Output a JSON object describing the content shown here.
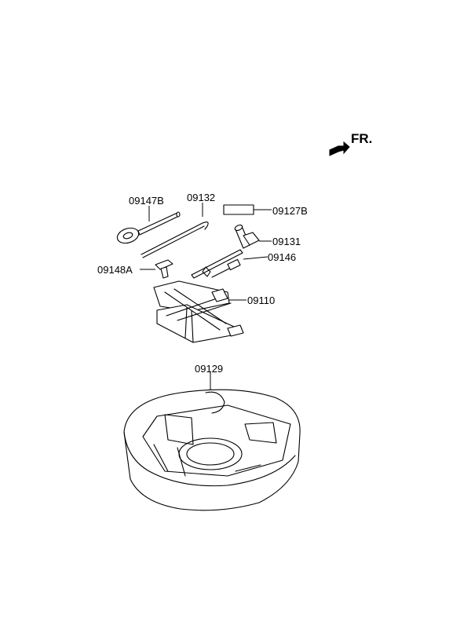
{
  "direction": {
    "label": "FR.",
    "icon": "front-direction-arrow-icon"
  },
  "parts": [
    {
      "id": "tire-wrench",
      "code": "09147B"
    },
    {
      "id": "jack-handle",
      "code": "09132"
    },
    {
      "id": "label-09127b",
      "code": "09127B"
    },
    {
      "id": "jack-handle-l",
      "code": "09131"
    },
    {
      "id": "extension-bar",
      "code": "09146"
    },
    {
      "id": "socket-adapter",
      "code": "09148A"
    },
    {
      "id": "jack-assembly",
      "code": "09110"
    },
    {
      "id": "tool-tray",
      "code": "09129"
    }
  ]
}
